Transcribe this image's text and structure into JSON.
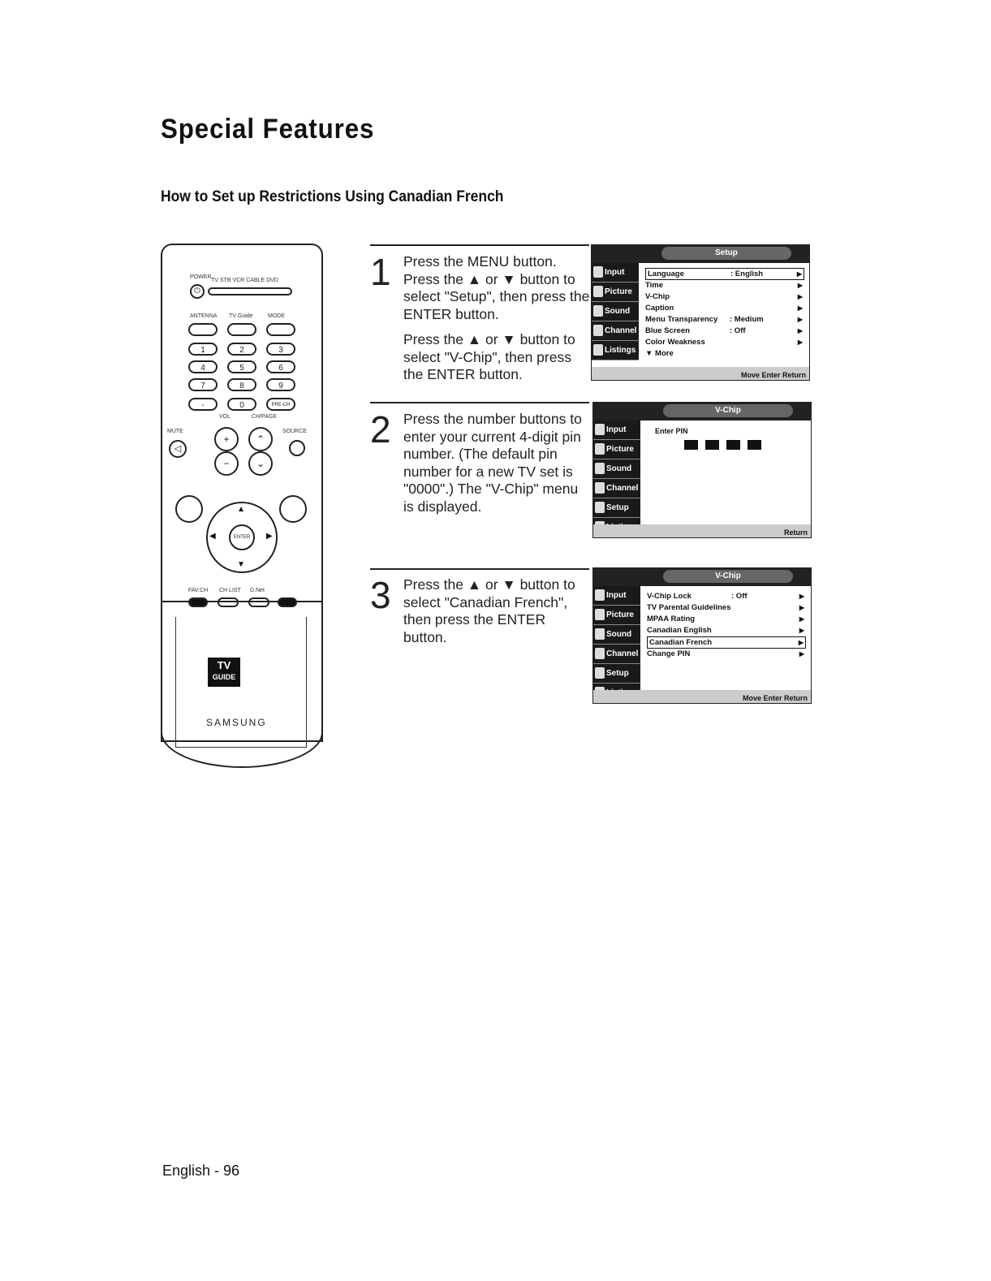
{
  "page": {
    "title": "Special Features",
    "subtitle": "How to Set up Restrictions Using Canadian French",
    "footer": "English - 96"
  },
  "remote": {
    "labels": {
      "power": "POWER",
      "modes": "TV  STB  VCR  CABLE  DVD",
      "antenna": "ANTENNA",
      "tvguide": "TV Guide",
      "mode": "MODE",
      "vol": "VOL",
      "ch": "CH/PAGE",
      "mute": "MUTE",
      "source": "SOURCE",
      "prech": "PRE-CH",
      "enter": "ENTER",
      "fav": "FAV.CH",
      "chlist": "CH LIST",
      "info": "D.Net",
      "brand": "SAMSUNG"
    },
    "digits": [
      "1",
      "2",
      "3",
      "4",
      "5",
      "6",
      "7",
      "8",
      "9",
      "-",
      "0"
    ],
    "tvguide_logo": [
      "TV",
      "GUIDE"
    ]
  },
  "steps": [
    {
      "number": "1",
      "paragraphs": [
        "Press the MENU button. Press the ▲ or ▼ button to select \"Setup\", then press the ENTER button.",
        "Press the ▲ or ▼ button to select \"V-Chip\", then press the ENTER button."
      ]
    },
    {
      "number": "2",
      "paragraphs": [
        "Press the number buttons to enter your current 4-digit pin number. (The default pin number for a new TV set is \"0000\".) The \"V-Chip\" menu is displayed."
      ]
    },
    {
      "number": "3",
      "paragraphs": [
        "Press the ▲ or ▼ button to select \"Canadian French\", then press the ENTER button."
      ]
    }
  ],
  "osd": {
    "sidebar": [
      "Input",
      "Picture",
      "Sound",
      "Channel",
      "Setup",
      "Listings"
    ],
    "screen1": {
      "title": "Setup",
      "items": [
        {
          "label": "Language",
          "value": ": English",
          "selected": true
        },
        {
          "label": "Time",
          "value": "",
          "selected": false
        },
        {
          "label": "V-Chip",
          "value": "",
          "selected": false
        },
        {
          "label": "Caption",
          "value": "",
          "selected": false
        },
        {
          "label": "Menu Transparency",
          "value": ": Medium",
          "selected": false
        },
        {
          "label": "Blue Screen",
          "value": ": Off",
          "selected": false
        },
        {
          "label": "Color Weakness",
          "value": "",
          "selected": false
        }
      ],
      "more": "▼ More",
      "bottom": "Move  Enter  Return"
    },
    "screen2": {
      "title": "V-Chip",
      "pin_label": "Enter PIN",
      "bottom": "Return"
    },
    "screen3": {
      "title": "V-Chip",
      "items": [
        {
          "label": "V-Chip Lock",
          "value": ": Off",
          "selected": false
        },
        {
          "label": "TV Parental Guidelines",
          "value": "",
          "selected": false
        },
        {
          "label": "MPAA Rating",
          "value": "",
          "selected": false
        },
        {
          "label": "Canadian English",
          "value": "",
          "selected": false
        },
        {
          "label": "Canadian French",
          "value": "",
          "selected": true
        },
        {
          "label": "Change PIN",
          "value": "",
          "selected": false
        }
      ],
      "bottom": "Move  Enter  Return"
    }
  }
}
